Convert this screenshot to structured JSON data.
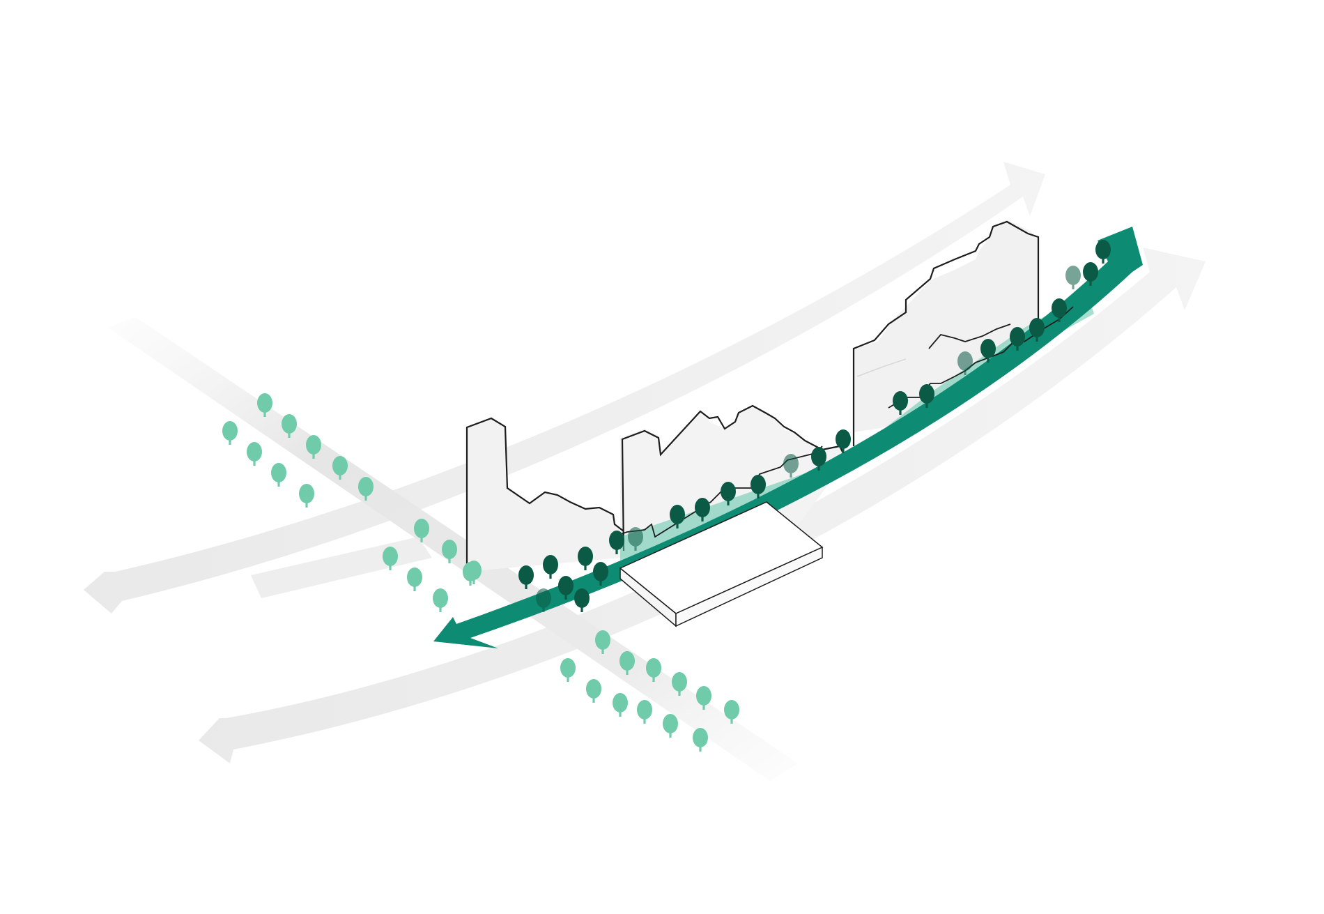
{
  "diagram": {
    "kind": "isometric urban axonometric",
    "labels": [],
    "colors": {
      "background": "#ffffff",
      "corridor_arrow": "#0e8c73",
      "corridor_fill": "#5cc4a7",
      "tree_dark": "#0b5a45",
      "tree_light": "#6fcba9",
      "road_arrow": "#efefef",
      "building_outline": "#1c1c1c",
      "building_face": "#f1f1f1"
    },
    "elements": {
      "road_arrows": 3,
      "crossing_road": 1,
      "green_corridor_arrow": 1,
      "building_blocks": 1,
      "podium": 1,
      "light_tree_groups": 3,
      "dark_tree_rows": 1
    }
  }
}
